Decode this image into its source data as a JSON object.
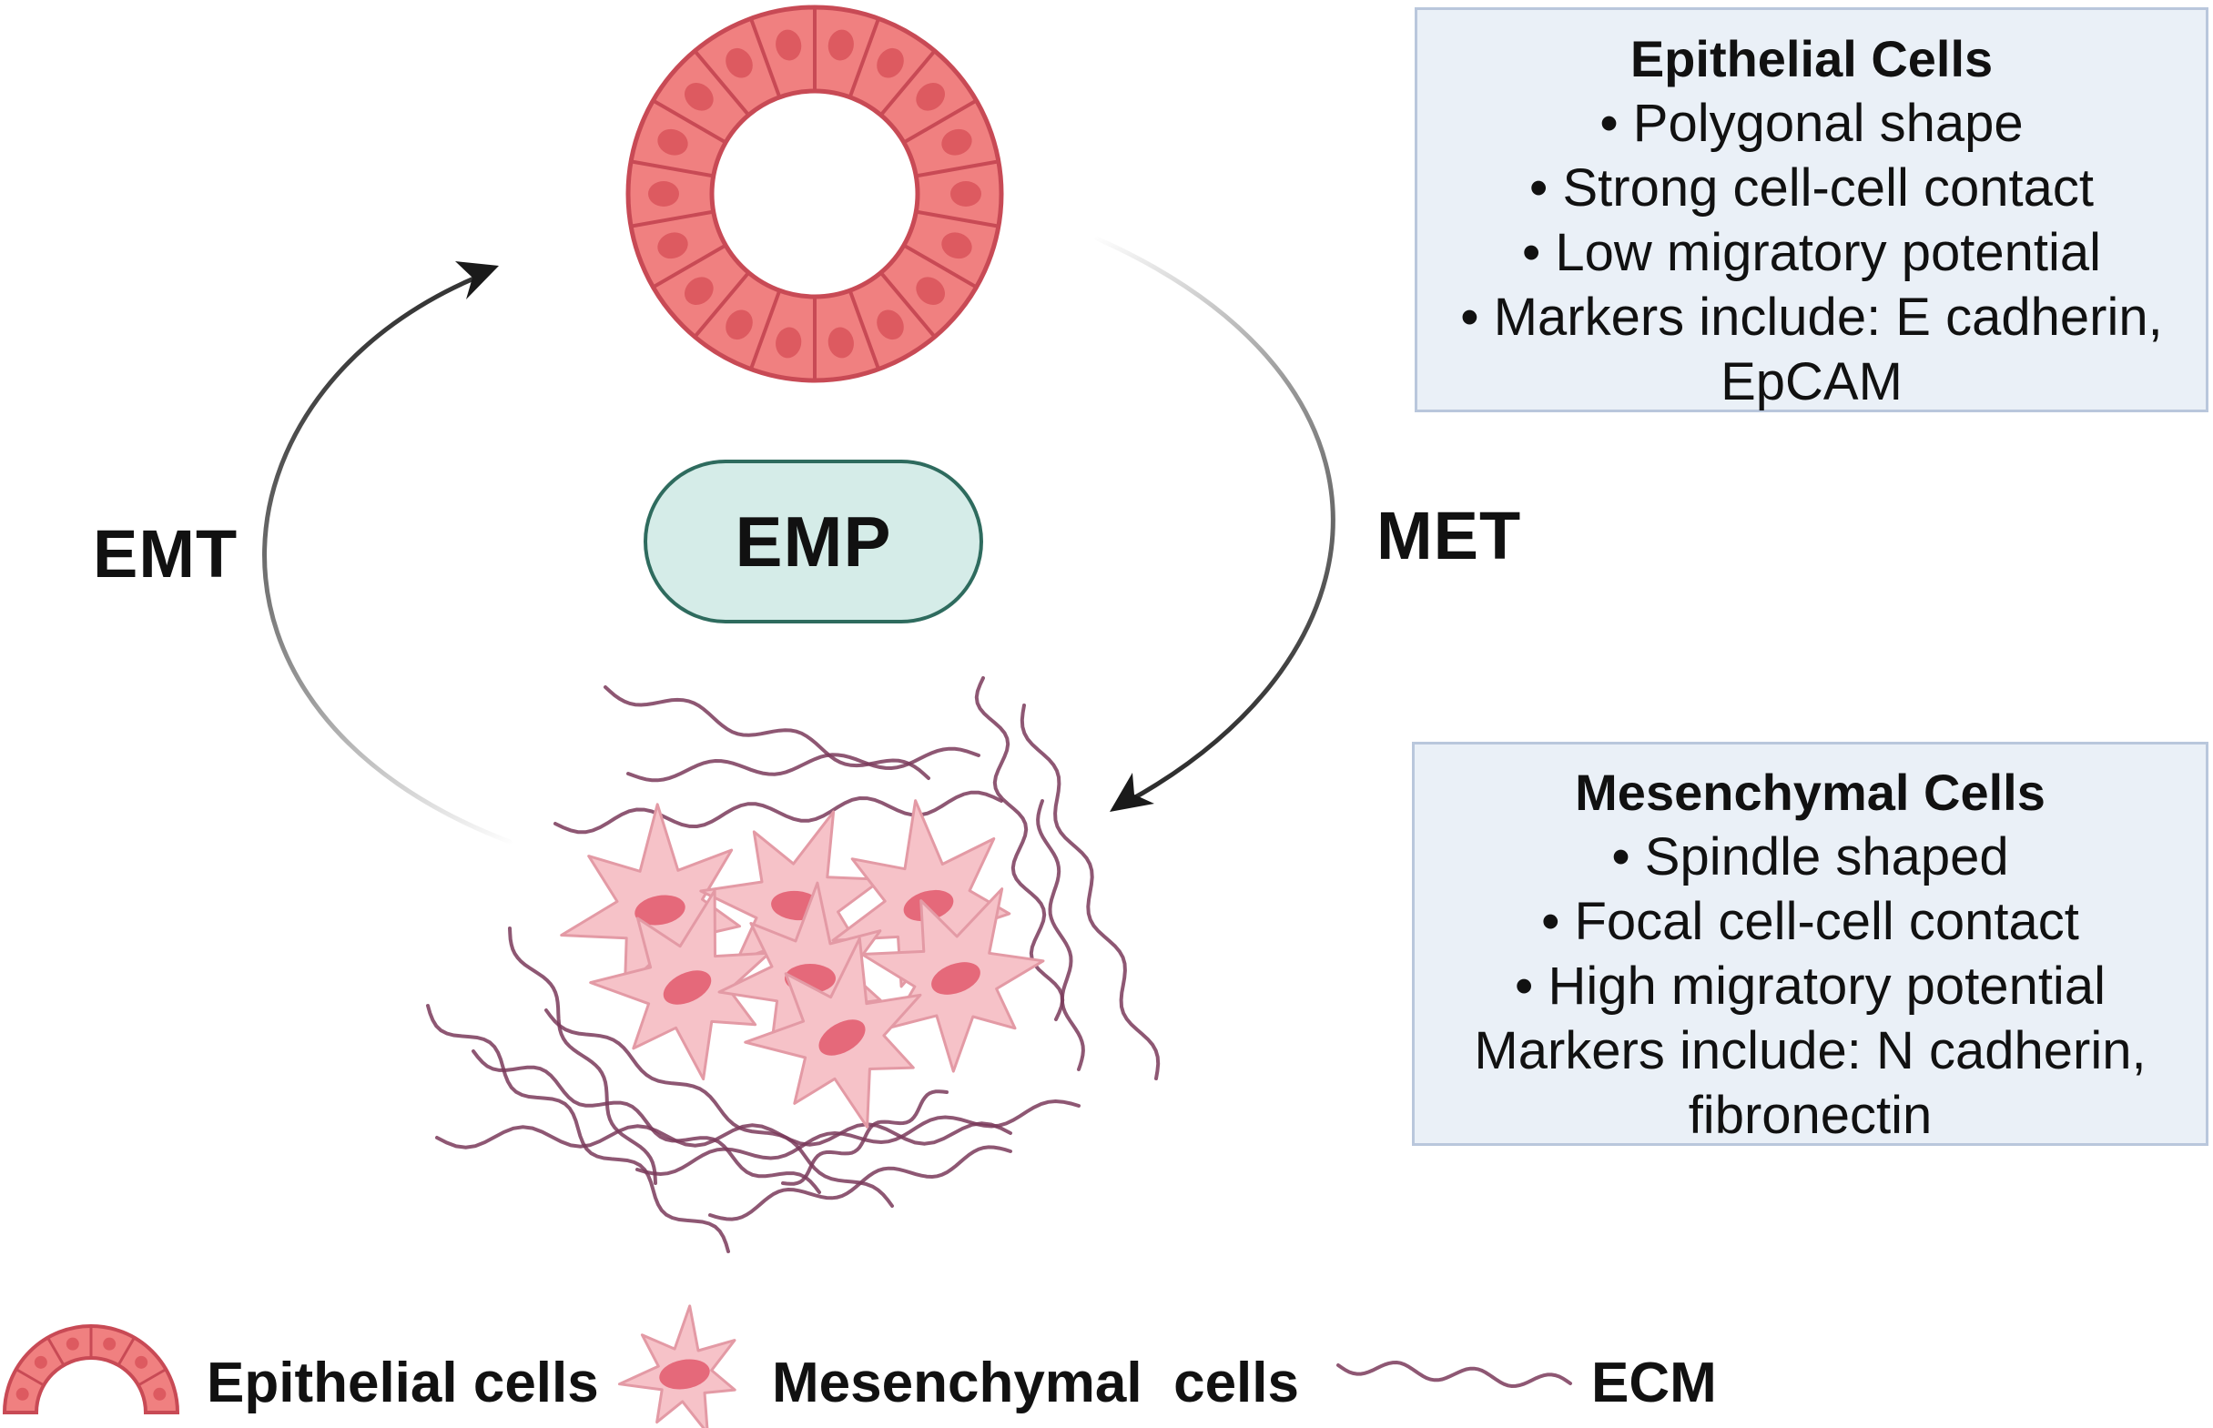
{
  "diagram": {
    "center_label": "EMP",
    "left_arrow_label": "EMT",
    "right_arrow_label": "MET"
  },
  "epithelial_box": {
    "title": "Epithelial Cells",
    "lines": [
      "• Polygonal shape",
      "• Strong cell-cell contact",
      "• Low migratory potential",
      "• Markers include: E cadherin,",
      "EpCAM"
    ]
  },
  "mesenchymal_box": {
    "title": "Mesenchymal Cells",
    "lines": [
      "• Spindle shaped",
      "• Focal cell-cell contact",
      "• High migratory potential",
      "Markers include: N cadherin,",
      "fibronectin"
    ]
  },
  "legend": {
    "epithelial": "Epithelial cells",
    "mesenchymal": "Mesenchymal  cells",
    "ecm": "ECM"
  },
  "colors": {
    "epithelial_fill": "#f08080",
    "epithelial_stroke": "#c84a55",
    "nucleus": "#dd5a60",
    "mesenchymal_fill": "#f6c2c8",
    "mesenchymal_stroke": "#e39aa5",
    "mesenchymal_nucleus": "#e5697a",
    "ecm_fiber": "#7a3a5a",
    "emp_fill": "#d5ece8",
    "emp_border": "#2e6b5e",
    "box_fill": "#eaf0f7",
    "box_border": "#b9c7dc"
  }
}
